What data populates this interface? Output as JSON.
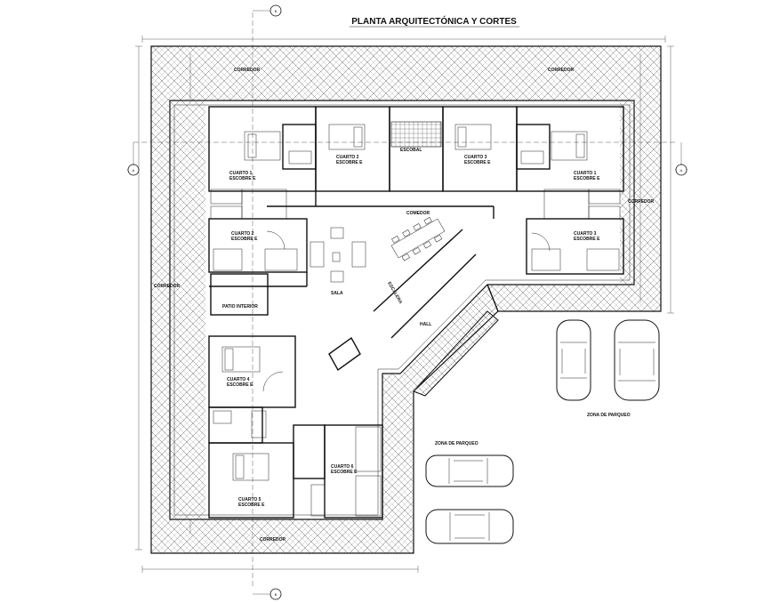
{
  "title": "PLANTA ARQUITECTÓNICA Y CORTES",
  "sections": {
    "a_left": "A",
    "a_right": "A",
    "b_top": "B",
    "b_bottom": "B"
  },
  "corridors": {
    "top_left": "CORREDOR",
    "top_right": "CORREDOR",
    "left": "CORREDOR",
    "right": "CORREDOR",
    "bottom": "CORREDOR"
  },
  "rooms": {
    "b1_top_left": [
      "CUARTO 1",
      "ESCOBRE E"
    ],
    "b2_top": [
      "CUARTO 2",
      "ESCOBRE E"
    ],
    "shared_bath": "ESCOBAL",
    "b3_top": [
      "CUARTO 3",
      "ESCOBRE E"
    ],
    "b1_top_right": [
      "CUARTO 1",
      "ESCOBRE E"
    ],
    "b2_left": [
      "CUARTO 2",
      "ESCOBRE E"
    ],
    "b3_right": [
      "CUARTO 3",
      "ESCOBRE E"
    ],
    "patio": "PATIO INTERIOR",
    "b4_left": [
      "CUARTO 4",
      "ESCOBRE E"
    ],
    "b5_bottom": [
      "CUARTO 5",
      "ESCOBRE E"
    ],
    "b6_bottom": [
      "CUARTO 6",
      "ESCOBRE E"
    ],
    "dining": "COMEDOR",
    "living": "SALA",
    "hall": "HALL",
    "stair": "ESCALERA",
    "parking_right": "ZONA DE PARQUEO",
    "parking_bottom": "ZONA DE PARQUEO"
  }
}
